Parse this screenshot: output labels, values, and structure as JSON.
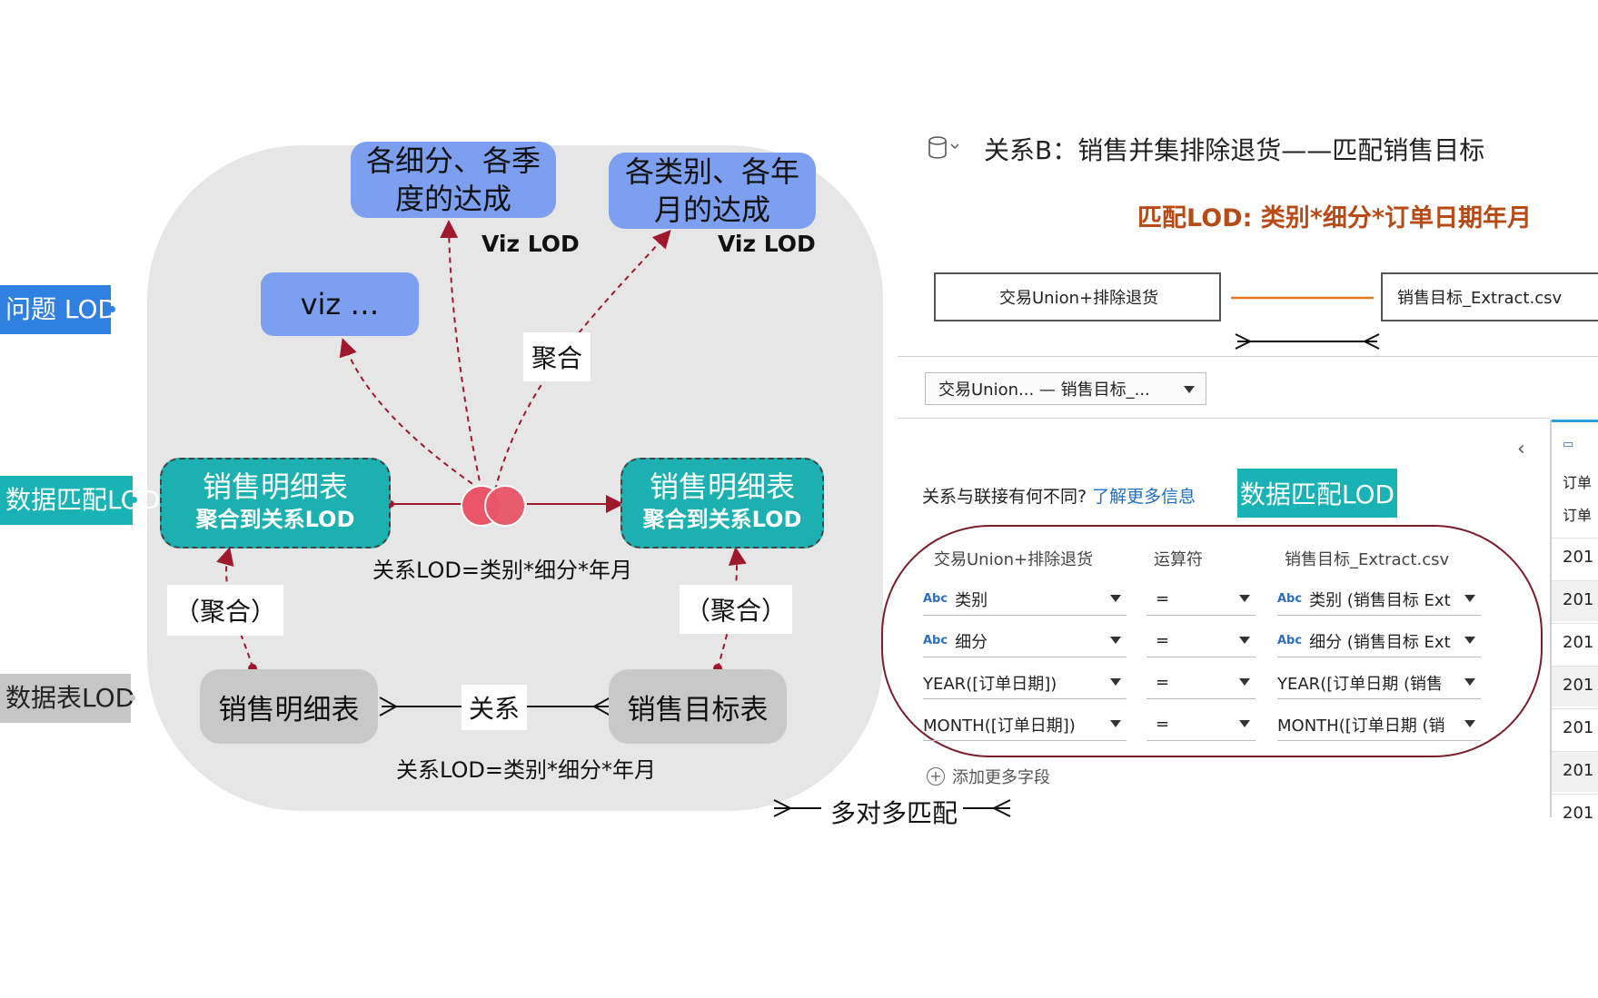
{
  "tags": {
    "problem_lod": "问题 LOD",
    "match_lod": "数据匹配LOD",
    "table_lod": "数据表LOD"
  },
  "diagram": {
    "viz_box_1": "各细分、各季度的达成",
    "viz_box_2": "各类别、各年月的达成",
    "viz_lod_1": "Viz LOD",
    "viz_lod_2": "Viz LOD",
    "viz_more": "viz …",
    "aggregate": "聚合",
    "left_detail_title": "销售明细表",
    "left_detail_sub": "聚合到关系LOD",
    "right_detail_title": "销售明细表",
    "right_detail_sub": "聚合到关系LOD",
    "rel_lod_top": "关系LOD=类别*细分*年月",
    "left_agg": "（聚合）",
    "right_agg": "（聚合）",
    "bottom_left": "销售明细表",
    "bottom_right": "销售目标表",
    "relation": "关系",
    "rel_lod_bottom": "关系LOD=类别*细分*年月",
    "many_to_many": "多对多匹配"
  },
  "panel": {
    "title": "关系B：销售并集排除退货——匹配销售目标",
    "match_lod": "匹配LOD: 类别*细分*订单日期年月",
    "left_table": "交易Union+排除退货",
    "right_table": "销售目标_Extract.csv",
    "selector": "交易Union...  —  销售目标_...",
    "question": "关系与联接有何不同?",
    "learn_more": "了解更多信息",
    "badge": "数据匹配LOD",
    "col_left": "交易Union+排除退货",
    "col_op": "运算符",
    "col_right": "销售目标_Extract.csv",
    "abc": "Abc",
    "rows": [
      {
        "left": "类别",
        "left_abc": true,
        "op": "=",
        "right": "类别 (销售目标 Ext",
        "right_abc": true
      },
      {
        "left": "细分",
        "left_abc": true,
        "op": "=",
        "right": "细分 (销售目标 Ext",
        "right_abc": true
      },
      {
        "left": "YEAR([订单日期])",
        "left_abc": false,
        "op": "=",
        "right": "YEAR([订单日期 (销售",
        "right_abc": false
      },
      {
        "left": "MONTH([订单日期])",
        "left_abc": false,
        "op": "=",
        "right": "MONTH([订单日期 (销",
        "right_abc": false
      }
    ],
    "add_more": "添加更多字段",
    "side_head_1": "订单",
    "side_head_2": "订单",
    "side_cells": [
      "201",
      "201",
      "201",
      "201",
      "201",
      "201",
      "201"
    ]
  },
  "colors": {
    "blue_tag": "#2f80e0",
    "teal": "#19b3b6",
    "viz_box": "#7d9ff0",
    "arrow": "#a0182c",
    "relation_line": "#e0782a",
    "title_orange": "#b84a16"
  }
}
